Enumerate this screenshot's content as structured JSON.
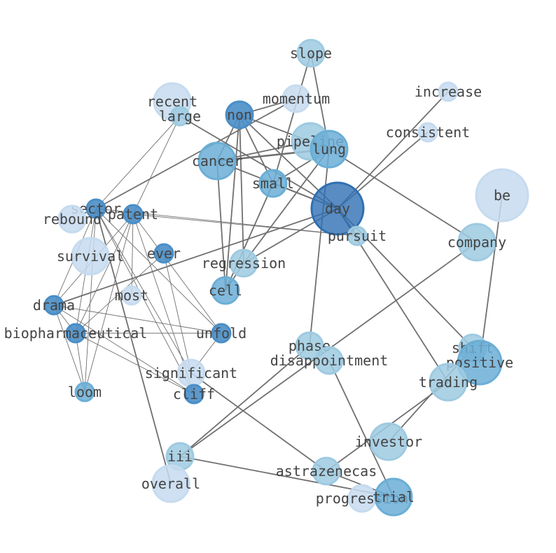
{
  "graph": {
    "palette": {
      "light": "#c6dbef",
      "light_mid": "#9ecae1",
      "mid": "#6baed6",
      "mid_dark": "#4a8ec7",
      "dark": "#2f6fb3"
    },
    "nodes": [
      {
        "id": "slope",
        "label": "slope",
        "weight": 2,
        "shade": "light_mid"
      },
      {
        "id": "momentum",
        "label": "momentum",
        "weight": 2,
        "shade": "light"
      },
      {
        "id": "increase",
        "label": "increase",
        "weight": 1,
        "shade": "light"
      },
      {
        "id": "recent",
        "label": "recent",
        "weight": 3,
        "shade": "light"
      },
      {
        "id": "large",
        "label": "large",
        "weight": 1,
        "shade": "light_mid"
      },
      {
        "id": "non",
        "label": "non",
        "weight": 2,
        "shade": "mid_dark"
      },
      {
        "id": "consistent",
        "label": "consistent",
        "weight": 1,
        "shade": "light"
      },
      {
        "id": "pipeline",
        "label": "pipeline",
        "weight": 3,
        "shade": "light_mid"
      },
      {
        "id": "lung",
        "label": "lung",
        "weight": 3,
        "shade": "mid"
      },
      {
        "id": "cancer",
        "label": "cancer",
        "weight": 3,
        "shade": "mid"
      },
      {
        "id": "small",
        "label": "small",
        "weight": 2,
        "shade": "mid"
      },
      {
        "id": "be",
        "label": "be",
        "weight": 5,
        "shade": "light"
      },
      {
        "id": "day",
        "label": "day",
        "weight": 5,
        "shade": "dark"
      },
      {
        "id": "sector",
        "label": "sector",
        "weight": 1,
        "shade": "mid_dark"
      },
      {
        "id": "patent",
        "label": "patent",
        "weight": 1,
        "shade": "mid_dark"
      },
      {
        "id": "rebound",
        "label": "rebound",
        "weight": 2,
        "shade": "light"
      },
      {
        "id": "pursuit",
        "label": "pursuit",
        "weight": 1,
        "shade": "light_mid"
      },
      {
        "id": "company",
        "label": "company",
        "weight": 3,
        "shade": "light_mid"
      },
      {
        "id": "survival",
        "label": "survival",
        "weight": 3,
        "shade": "light"
      },
      {
        "id": "ever",
        "label": "ever",
        "weight": 1,
        "shade": "mid_dark"
      },
      {
        "id": "regression",
        "label": "regression",
        "weight": 2,
        "shade": "light_mid"
      },
      {
        "id": "most",
        "label": "most",
        "weight": 1,
        "shade": "light"
      },
      {
        "id": "cell",
        "label": "cell",
        "weight": 2,
        "shade": "mid"
      },
      {
        "id": "drama",
        "label": "drama",
        "weight": 1,
        "shade": "mid_dark"
      },
      {
        "id": "biopharmaceutical",
        "label": "biopharmaceutical",
        "weight": 1,
        "shade": "mid_dark"
      },
      {
        "id": "unfold",
        "label": "unfold",
        "weight": 1,
        "shade": "mid_dark"
      },
      {
        "id": "phase",
        "label": "phase",
        "weight": 2,
        "shade": "light_mid"
      },
      {
        "id": "disappointment",
        "label": "disappointment",
        "weight": 2,
        "shade": "light_mid"
      },
      {
        "id": "shift",
        "label": "shift",
        "weight": 2,
        "shade": "light_mid"
      },
      {
        "id": "positive",
        "label": "positive",
        "weight": 4,
        "shade": "mid"
      },
      {
        "id": "significant",
        "label": "significant",
        "weight": 2,
        "shade": "light"
      },
      {
        "id": "cliff",
        "label": "cliff",
        "weight": 1,
        "shade": "mid_dark"
      },
      {
        "id": "trading",
        "label": "trading",
        "weight": 3,
        "shade": "light_mid"
      },
      {
        "id": "loom",
        "label": "loom",
        "weight": 1,
        "shade": "mid"
      },
      {
        "id": "investor",
        "label": "investor",
        "weight": 3,
        "shade": "light_mid"
      },
      {
        "id": "iii",
        "label": "iii",
        "weight": 2,
        "shade": "light_mid"
      },
      {
        "id": "astrazenecas",
        "label": "astrazenecas",
        "weight": 2,
        "shade": "light_mid"
      },
      {
        "id": "overall",
        "label": "overall",
        "weight": 3,
        "shade": "light"
      },
      {
        "id": "progression",
        "label": "progression",
        "weight": 2,
        "shade": "light"
      },
      {
        "id": "trial",
        "label": "trial",
        "weight": 3,
        "shade": "mid"
      }
    ],
    "edges": [
      [
        "slope",
        "small",
        2
      ],
      [
        "slope",
        "lung",
        2
      ],
      [
        "momentum",
        "non",
        2
      ],
      [
        "momentum",
        "sector",
        2
      ],
      [
        "increase",
        "day",
        2
      ],
      [
        "consistent",
        "day",
        2
      ],
      [
        "large",
        "day",
        2
      ],
      [
        "large",
        "patent",
        1
      ],
      [
        "large",
        "sector",
        1
      ],
      [
        "non",
        "small",
        2
      ],
      [
        "non",
        "cancer",
        2
      ],
      [
        "non",
        "cell",
        2
      ],
      [
        "non",
        "regression",
        2
      ],
      [
        "non",
        "pipeline",
        2
      ],
      [
        "non",
        "day",
        2
      ],
      [
        "cancer",
        "lung",
        3
      ],
      [
        "cancer",
        "pipeline",
        2
      ],
      [
        "cancer",
        "day",
        2
      ],
      [
        "cancer",
        "cell",
        2
      ],
      [
        "small",
        "cell",
        2
      ],
      [
        "small",
        "lung",
        2
      ],
      [
        "small",
        "day",
        2
      ],
      [
        "lung",
        "regression",
        2
      ],
      [
        "lung",
        "company",
        2
      ],
      [
        "lung",
        "phase",
        2
      ],
      [
        "day",
        "regression",
        2
      ],
      [
        "day",
        "drama",
        2
      ],
      [
        "day",
        "trading",
        2
      ],
      [
        "day",
        "shift",
        2
      ],
      [
        "day",
        "pursuit",
        2
      ],
      [
        "be",
        "positive",
        2
      ],
      [
        "company",
        "iii",
        2
      ],
      [
        "pursuit",
        "sector",
        1
      ],
      [
        "pursuit",
        "patent",
        1
      ],
      [
        "sector",
        "drama",
        1
      ],
      [
        "sector",
        "biopharmaceutical",
        1
      ],
      [
        "sector",
        "loom",
        1
      ],
      [
        "sector",
        "unfold",
        1
      ],
      [
        "sector",
        "cliff",
        1
      ],
      [
        "sector",
        "significant",
        1
      ],
      [
        "sector",
        "overall",
        2
      ],
      [
        "patent",
        "drama",
        1
      ],
      [
        "patent",
        "biopharmaceutical",
        1
      ],
      [
        "patent",
        "loom",
        1
      ],
      [
        "patent",
        "unfold",
        1
      ],
      [
        "patent",
        "cliff",
        1
      ],
      [
        "patent",
        "most",
        1
      ],
      [
        "ever",
        "biopharmaceutical",
        1
      ],
      [
        "ever",
        "significant",
        1
      ],
      [
        "drama",
        "loom",
        1
      ],
      [
        "drama",
        "unfold",
        1
      ],
      [
        "drama",
        "cliff",
        1
      ],
      [
        "drama",
        "biopharmaceutical",
        1
      ],
      [
        "biopharmaceutical",
        "unfold",
        1
      ],
      [
        "biopharmaceutical",
        "cliff",
        1
      ],
      [
        "biopharmaceutical",
        "loom",
        1
      ],
      [
        "unfold",
        "significant",
        1
      ],
      [
        "significant",
        "astrazenecas",
        2
      ],
      [
        "phase",
        "iii",
        2
      ],
      [
        "disappointment",
        "trial",
        2
      ],
      [
        "trading",
        "astrazenecas",
        2
      ],
      [
        "shift",
        "investor",
        2
      ],
      [
        "astrazenecas",
        "trial",
        2
      ],
      [
        "iii",
        "trial",
        2
      ],
      [
        "regression",
        "cell",
        2
      ]
    ]
  }
}
